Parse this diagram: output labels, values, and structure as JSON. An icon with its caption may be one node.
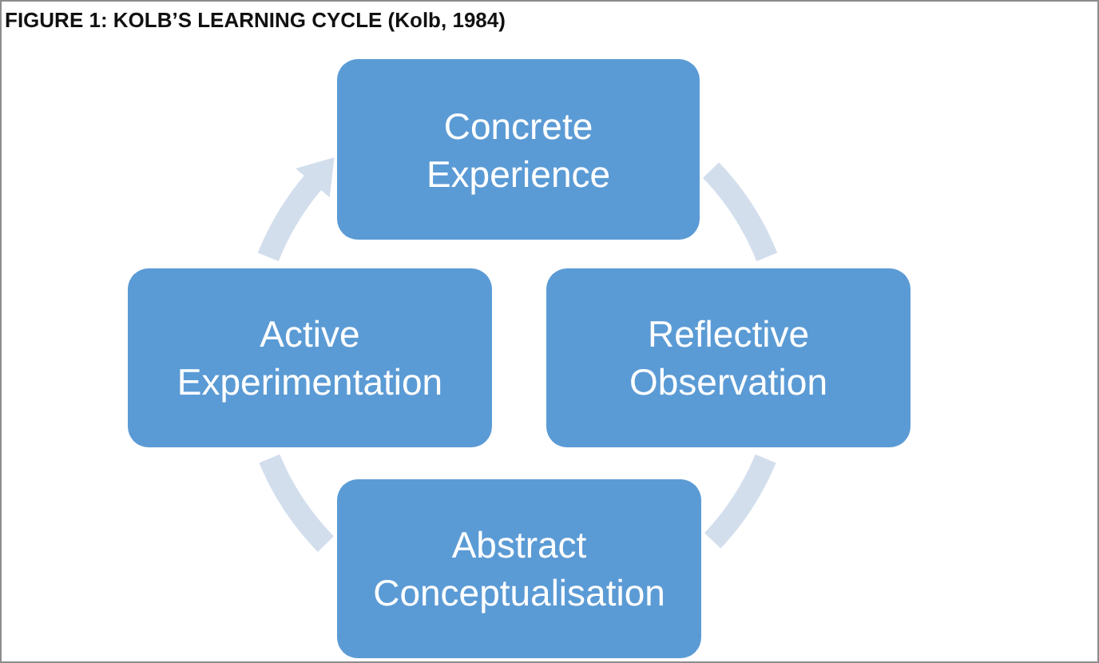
{
  "diagram": {
    "title": "FIGURE 1: KOLB’S LEARNING CYCLE (Kolb, 1984)",
    "nodes": [
      {
        "text": [
          "Concrete Experience"
        ]
      },
      {
        "text": [
          "Active Experimentation"
        ]
      },
      {
        "text": [
          "Reflective Observation"
        ]
      },
      {
        "text": [
          "Abstract Conceptualisation"
        ]
      }
    ],
    "edges": [
      {
        "from": 0,
        "to": 2,
        "arrow": "none"
      },
      {
        "from": 2,
        "to": 3,
        "arrow": "none"
      },
      {
        "from": 3,
        "to": 1,
        "arrow": "none"
      },
      {
        "from": 1,
        "to": 0,
        "arrow": "to"
      }
    ]
  }
}
